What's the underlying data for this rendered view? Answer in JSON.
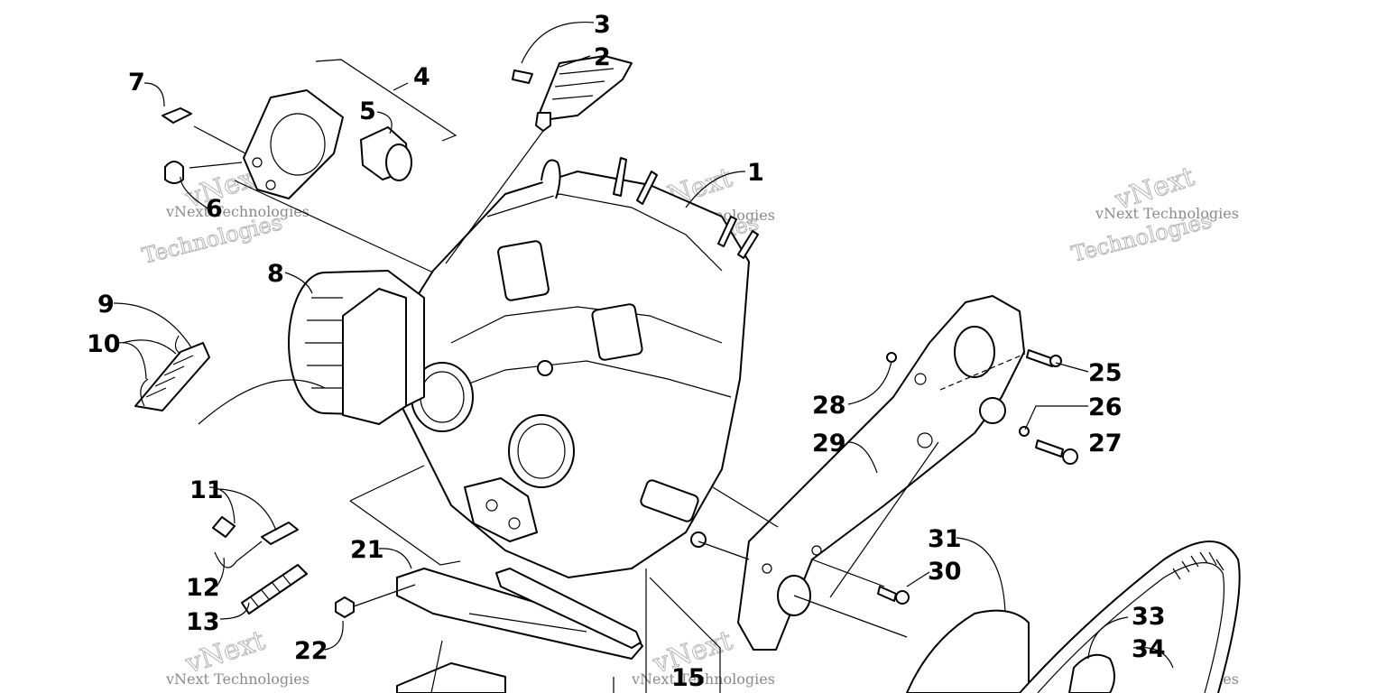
{
  "callouts": {
    "c1": "1",
    "c2": "2",
    "c3": "3",
    "c4": "4",
    "c5": "5",
    "c6": "6",
    "c7": "7",
    "c8": "8",
    "c9": "9",
    "c10": "10",
    "c11": "11",
    "c12": "12",
    "c13": "13",
    "c15": "15",
    "c21": "21",
    "c22": "22",
    "c25": "25",
    "c26": "26",
    "c27": "27",
    "c28": "28",
    "c29": "29",
    "c30": "30",
    "c31": "31",
    "c33": "33",
    "c34": "34"
  },
  "watermark": {
    "line1": "vNext Technologies",
    "outline_top": "vNext",
    "outline_bottom": "Technologies"
  }
}
